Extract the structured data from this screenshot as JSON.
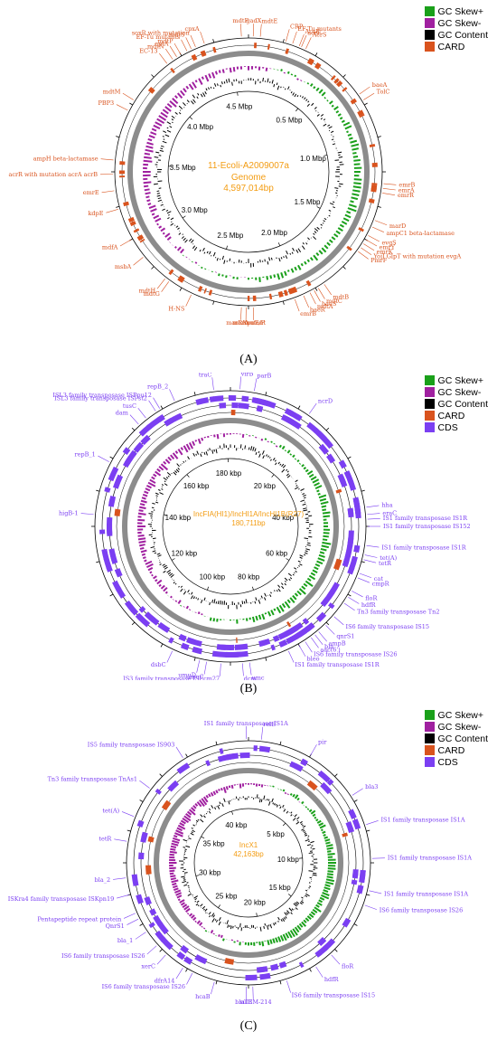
{
  "legend_common": {
    "items": [
      {
        "label": "GC Skew+",
        "color": "#1aa01a"
      },
      {
        "label": "GC Skew-",
        "color": "#a020a0"
      },
      {
        "label": "GC Content",
        "color": "#000000"
      },
      {
        "label": "CARD",
        "color": "#d9531e"
      },
      {
        "label": "CDS",
        "color": "#7b3ff2"
      }
    ]
  },
  "panels": {
    "A": {
      "label": "(A)",
      "center_title": "11-Ecoli-A2009007a",
      "center_sub1": "Genome",
      "center_sub2": "4,597,014bp",
      "legend_count": 4,
      "ticks": [
        {
          "text": "0.5 Mbp",
          "angle": 38
        },
        {
          "text": "1.0 Mbp",
          "angle": 78
        },
        {
          "text": "1.5 Mbp",
          "angle": 117
        },
        {
          "text": "2.0 Mbp",
          "angle": 157
        },
        {
          "text": "2.5 Mbp",
          "angle": 196
        },
        {
          "text": "3.0 Mbp",
          "angle": 235
        },
        {
          "text": "3.5 Mbp",
          "angle": 274
        },
        {
          "text": "4.0 Mbp",
          "angle": 313
        },
        {
          "text": "4.5 Mbp",
          "angle": 352
        }
      ],
      "genes": [
        {
          "text": "gadX",
          "angle": 2
        },
        {
          "text": "mdtE",
          "angle": 5
        },
        {
          "text": "mdtF",
          "angle": 357
        },
        {
          "text": "AcrS",
          "angle": 25
        },
        {
          "text": "AcrE",
          "angle": 22
        },
        {
          "text": "CRP",
          "angle": 16
        },
        {
          "text": "EF-Tu mutants",
          "angle": 19
        },
        {
          "text": "acrF",
          "angle": 23
        },
        {
          "text": "baeA",
          "angle": 55
        },
        {
          "text": "TolC",
          "angle": 58
        },
        {
          "text": "emrB",
          "angle": 95
        },
        {
          "text": "emrA",
          "angle": 97
        },
        {
          "text": "emrR",
          "angle": 99
        },
        {
          "text": "marD",
          "angle": 111
        },
        {
          "text": "ampC1 beta-lactamase",
          "angle": 114
        },
        {
          "text": "evgS",
          "angle": 118
        },
        {
          "text": "emrY",
          "angle": 120
        },
        {
          "text": "emrK",
          "angle": 122
        },
        {
          "text": "PmrF",
          "angle": 126
        },
        {
          "text": "YojI GlpT with mutation  evgA",
          "angle": 124
        },
        {
          "text": "emrB",
          "angle": 160
        },
        {
          "text": "mdtB",
          "angle": 146
        },
        {
          "text": "mdtC",
          "angle": 149
        },
        {
          "text": "baeS",
          "angle": 151
        },
        {
          "text": "mdtA",
          "angle": 153
        },
        {
          "text": "baeR",
          "angle": 156
        },
        {
          "text": "marR mutant",
          "angle": 181
        },
        {
          "text": "marA",
          "angle": 183
        },
        {
          "text": "KpnE/F",
          "angle": 178
        },
        {
          "text": "H-NS",
          "angle": 205
        },
        {
          "text": "mdtG",
          "angle": 216
        },
        {
          "text": "mdtH",
          "angle": 218
        },
        {
          "text": "msbA",
          "angle": 231
        },
        {
          "text": "mdfA",
          "angle": 240
        },
        {
          "text": "kdpE",
          "angle": 254
        },
        {
          "text": "emrE",
          "angle": 262
        },
        {
          "text": "acrR with mutation  acrA  acrB",
          "angle": 269
        },
        {
          "text": "ampH beta-lactamase",
          "angle": 275
        },
        {
          "text": "PBP3",
          "angle": 297
        },
        {
          "text": "mdtM",
          "angle": 302
        },
        {
          "text": "EC-13",
          "angle": 323
        },
        {
          "text": "mdtN",
          "angle": 326
        },
        {
          "text": "eptA",
          "angle": 328
        },
        {
          "text": "mdtP",
          "angle": 330
        },
        {
          "text": "EF-Tu mutants",
          "angle": 333
        },
        {
          "text": "mdtS",
          "angle": 335
        },
        {
          "text": "soxR with mutation",
          "angle": 337
        },
        {
          "text": "cpxA",
          "angle": 341
        }
      ]
    },
    "B": {
      "label": "(B)",
      "center_title": "IncFIA(HI1)/IncHI1A/IncHI1B(R27)",
      "center_sub1": "180,711bp",
      "legend_count": 5,
      "ticks": [
        {
          "text": "20 kbp",
          "angle": 40
        },
        {
          "text": "40 kbp",
          "angle": 80
        },
        {
          "text": "60 kbp",
          "angle": 120
        },
        {
          "text": "80 kbp",
          "angle": 160
        },
        {
          "text": "100 kbp",
          "angle": 200
        },
        {
          "text": "120 kbp",
          "angle": 240
        },
        {
          "text": "140 kbp",
          "angle": 280
        },
        {
          "text": "160 kbp",
          "angle": 320
        },
        {
          "text": "180 kbp",
          "angle": 358
        }
      ],
      "genes": [
        {
          "text": "traC",
          "angle": 353
        },
        {
          "text": "virB",
          "angle": 4
        },
        {
          "text": "parB",
          "angle": 10
        },
        {
          "text": "ncrD",
          "angle": 35
        },
        {
          "text": "ISL3 family transposase ISPst2",
          "angle": 327
        },
        {
          "text": "ISL3 family transposase ISPpu12",
          "angle": 329
        },
        {
          "text": "repB_2",
          "angle": 336
        },
        {
          "text": "tusC",
          "angle": 322
        },
        {
          "text": "dam",
          "angle": 318
        },
        {
          "text": "repB_1",
          "angle": 298
        },
        {
          "text": "higB-1",
          "angle": 275
        },
        {
          "text": "hha",
          "angle": 82
        },
        {
          "text": "eraC",
          "angle": 85
        },
        {
          "text": "IS1 family transposase IS1R",
          "angle": 87
        },
        {
          "text": "IS1 family transposase IS152",
          "angle": 90
        },
        {
          "text": "IS1 family transposase IS1R",
          "angle": 98
        },
        {
          "text": "tet(A)",
          "angle": 102
        },
        {
          "text": "tetR",
          "angle": 104
        },
        {
          "text": "cat",
          "angle": 110
        },
        {
          "text": "cmpR",
          "angle": 112
        },
        {
          "text": "floR",
          "angle": 118
        },
        {
          "text": "hdfR",
          "angle": 121
        },
        {
          "text": "Tn3 family transposase Tn2",
          "angle": 124
        },
        {
          "text": "IS6 family transposase IS15",
          "angle": 131
        },
        {
          "text": "qnrS1",
          "angle": 136
        },
        {
          "text": "ampB",
          "angle": 140
        },
        {
          "text": "bla",
          "angle": 142
        },
        {
          "text": "aac(6')",
          "angle": 144
        },
        {
          "text": "IS6 family transposase IS26",
          "angle": 147
        },
        {
          "text": "bleo",
          "angle": 150
        },
        {
          "text": "IS1 family transposase IS1R",
          "angle": 155
        },
        {
          "text": "dcm",
          "angle": 175
        },
        {
          "text": "umc",
          "angle": 172
        },
        {
          "text": "IS3 family transposase ISEcm27",
          "angle": 184
        },
        {
          "text": "umuC",
          "angle": 190
        },
        {
          "text": "umuD",
          "angle": 193
        },
        {
          "text": "dsbC",
          "angle": 205
        }
      ]
    },
    "C": {
      "label": "(C)",
      "center_title": "IncX1",
      "center_sub1": "42,163bp",
      "legend_count": 5,
      "ticks": [
        {
          "text": "5 kbp",
          "angle": 43
        },
        {
          "text": "10 kbp",
          "angle": 85
        },
        {
          "text": "15 kbp",
          "angle": 128
        },
        {
          "text": "20 kbp",
          "angle": 171
        },
        {
          "text": "25 kbp",
          "angle": 214
        },
        {
          "text": "30 kbp",
          "angle": 256
        },
        {
          "text": "35 kbp",
          "angle": 299
        },
        {
          "text": "40 kbp",
          "angle": 342
        }
      ],
      "genes": [
        {
          "text": "IS1 family transposase IS1A",
          "angle": 359
        },
        {
          "text": "relE",
          "angle": 6
        },
        {
          "text": "pir",
          "angle": 30
        },
        {
          "text": "IS5 family transposase IS903",
          "angle": 328
        },
        {
          "text": "Tn3 family transposase TnAs1",
          "angle": 307
        },
        {
          "text": "bla3",
          "angle": 57
        },
        {
          "text": "tet(A)",
          "angle": 292
        },
        {
          "text": "tetR",
          "angle": 280
        },
        {
          "text": "IS1 family transposase IS1A",
          "angle": 72
        },
        {
          "text": "IS1 family transposase IS1A",
          "angle": 88
        },
        {
          "text": "IS1 family transposase IS1A",
          "angle": 103
        },
        {
          "text": "IS6 family transposase IS26",
          "angle": 110
        },
        {
          "text": "bla_2",
          "angle": 263
        },
        {
          "text": "ISKra4 family transposase ISKpn19",
          "angle": 255
        },
        {
          "text": "Pentapeptide repeat protein",
          "angle": 246
        },
        {
          "text": "QnrS1",
          "angle": 243
        },
        {
          "text": "bla_1",
          "angle": 236
        },
        {
          "text": "IS6 family transposase IS26",
          "angle": 228
        },
        {
          "text": "xerC",
          "angle": 222
        },
        {
          "text": "dfrA14",
          "angle": 212
        },
        {
          "text": "IS6 family transposase IS26",
          "angle": 207
        },
        {
          "text": "floR",
          "angle": 138
        },
        {
          "text": "hdfR",
          "angle": 147
        },
        {
          "text": "IS6 family transposase IS15",
          "angle": 162
        },
        {
          "text": "blaTEM-214",
          "angle": 178
        },
        {
          "text": "sul3",
          "angle": 181
        },
        {
          "text": "hcaB",
          "angle": 196
        }
      ]
    }
  }
}
